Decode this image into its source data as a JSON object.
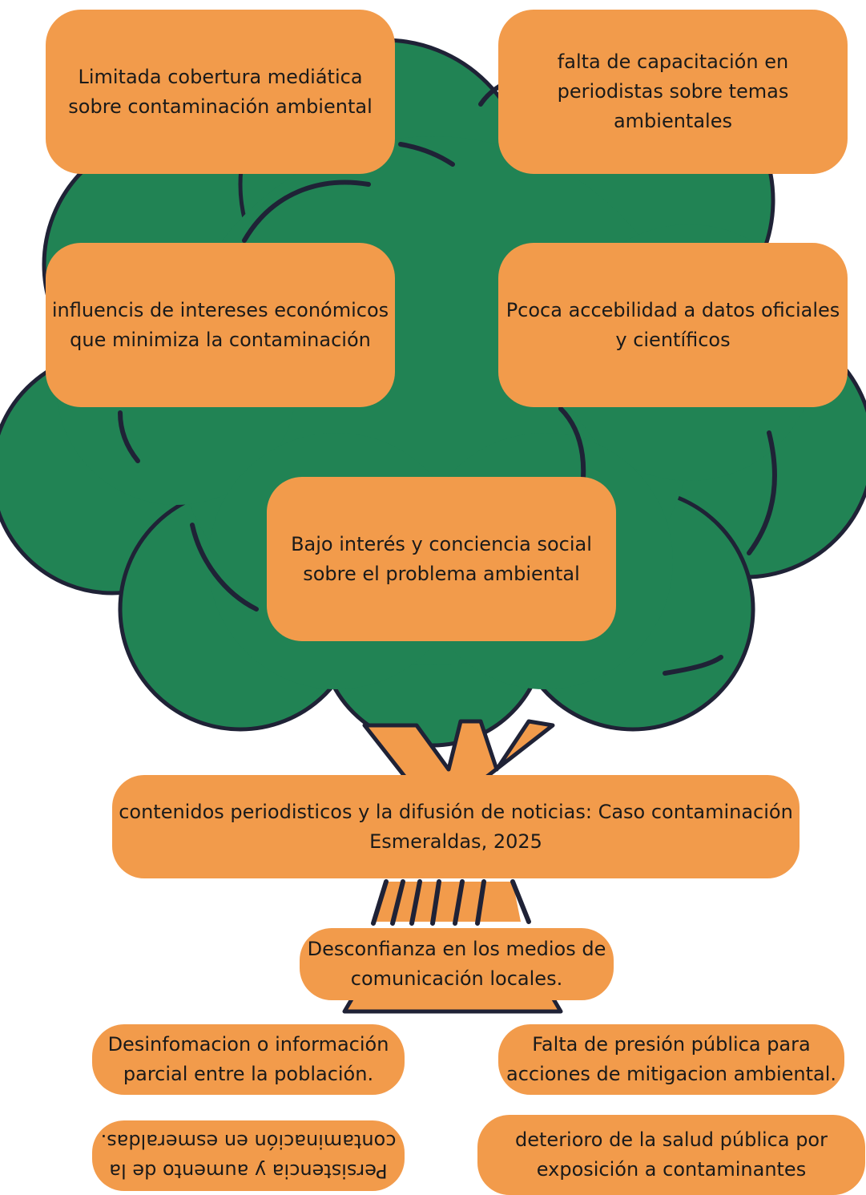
{
  "colors": {
    "box_fill": "#f29b4b",
    "canopy": "#218354",
    "outline": "#1f2236",
    "trunk": "#f29b4b",
    "background": "#ffffff"
  },
  "effects": [
    "Limitada cobertura mediática\nsobre contaminación ambiental",
    "falta de capacitación en\nperiodistas sobre temas\nambientales",
    "influencis de intereses económicos\nque minimiza la contaminación",
    "Pcoca accebilidad a datos oficiales\ny científicos",
    "Bajo interés y conciencia social\nsobre el problema ambiental"
  ],
  "central_problem": "contenidos periodisticos y la difusión de noticias: Caso contaminación\nEsmeraldas, 2025",
  "causes": [
    "Desconfianza en los medios de\ncomunicación locales.",
    "Desinfomacion o información\nparcial entre la población.",
    "Falta de presión pública para\nacciones de mitigacion ambiental.",
    "Persistencia y aumento de la\ncontaminación en esmeraldas.",
    "deterioro de la salud pública por\nexposición a contaminantes"
  ]
}
